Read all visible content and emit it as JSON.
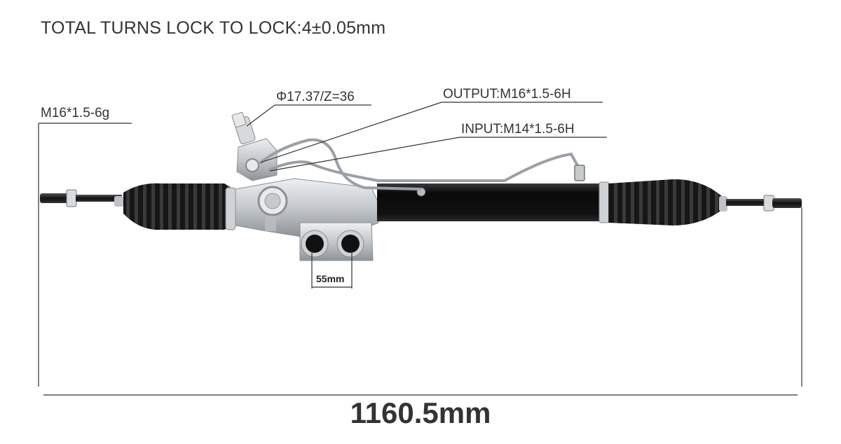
{
  "specs": {
    "total_turns": "TOTAL TURNS LOCK TO LOCK:4±0.05mm",
    "pinion_spline": "Φ17.37/Z=36",
    "output_port": "OUTPUT:M16*1.5-6H",
    "input_port": "INPUT:M14*1.5-6H",
    "tie_rod_thread": "M16*1.5-6g",
    "mount_spacing": "55mm",
    "overall_length": "1160.5mm"
  },
  "colors": {
    "housing_silver": "#c9ccd0",
    "tube_black": "#0d0d0d",
    "boot_black": "#1a1a1a",
    "line": "#333333"
  }
}
